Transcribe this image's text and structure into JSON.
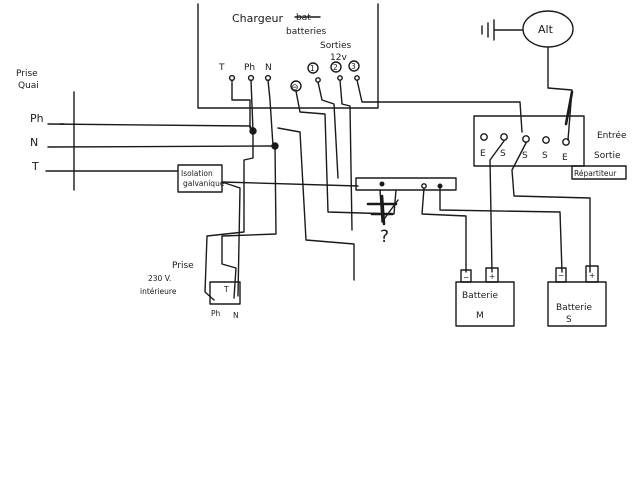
{
  "shore_outlet": {
    "title": "Prise",
    "subtitle": "Quai",
    "phase": "Ph",
    "neutral": "N",
    "earth": "T"
  },
  "charger": {
    "title": "Chargeur",
    "strike": "bat",
    "title2": "batteries",
    "terminal_t": "T",
    "terminal_ph": "Ph",
    "terminal_n": "N",
    "outputs_title": "Sorties",
    "outputs_voltage": "12v",
    "out_minus": "⊖",
    "out1": "1",
    "out2": "2",
    "out3": "3"
  },
  "isolation": {
    "line1": "Isolation",
    "line2": "galvanique"
  },
  "alternator": {
    "label": "Alt"
  },
  "splitter": {
    "title": "Entrée",
    "title2": "Sortie",
    "box_label": "Répartiteur",
    "e1": "E",
    "s1": "S",
    "s2": "S",
    "s3": "S",
    "e2": "E"
  },
  "interior_outlet": {
    "line1": "Prise",
    "line2": "230 V.",
    "line3": "intérieure",
    "t": "T",
    "ph": "Ph",
    "n": "N"
  },
  "question": {
    "mark": "?"
  },
  "battery_m": {
    "label": "Batterie",
    "sublabel": "M",
    "minus": "−",
    "plus": "+"
  },
  "battery_s": {
    "label": "Batterie",
    "sublabel": "S",
    "minus": "−",
    "plus": "+"
  }
}
